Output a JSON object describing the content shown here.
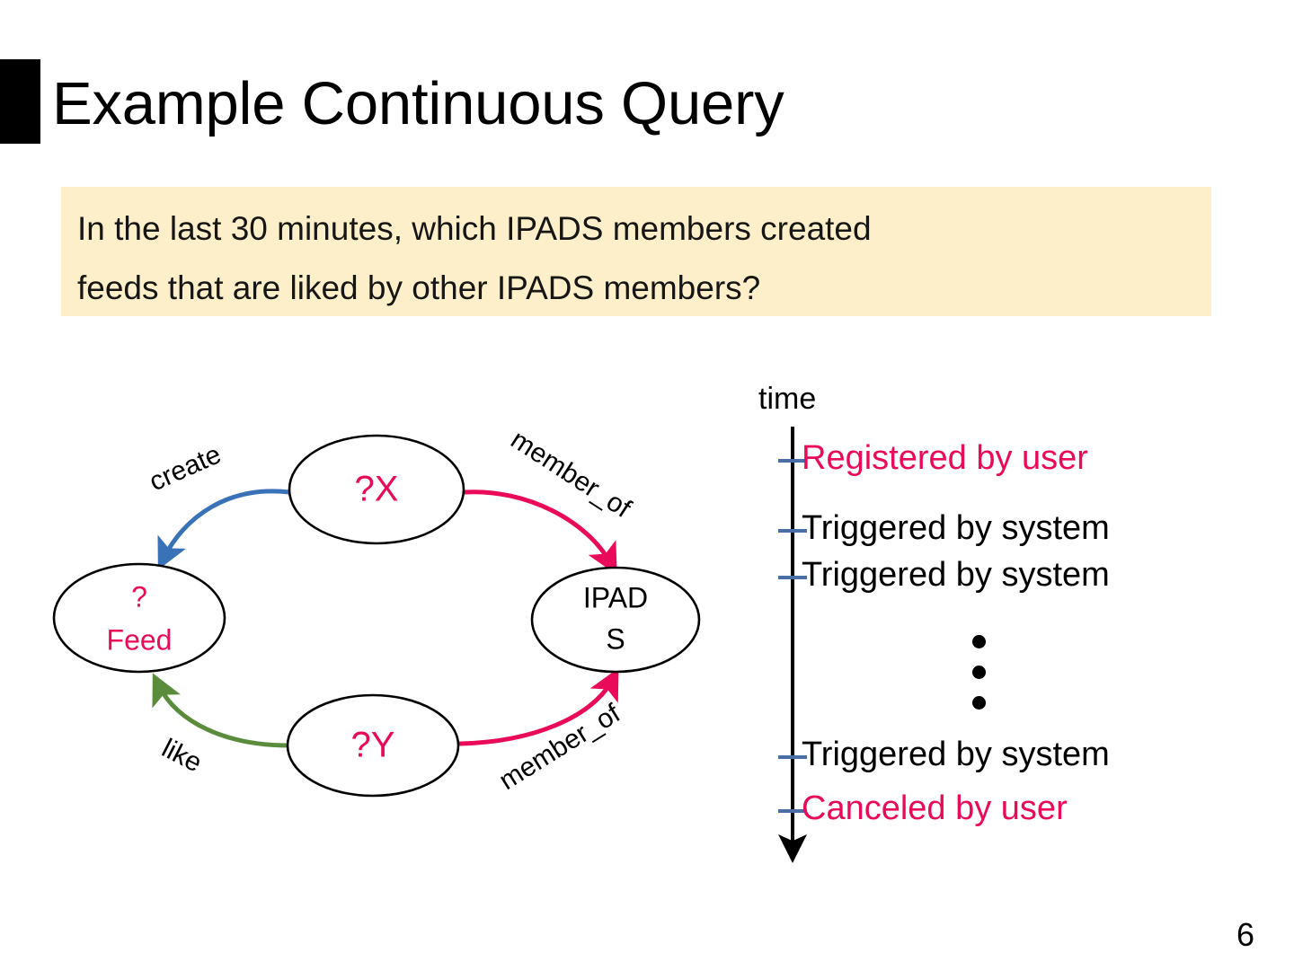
{
  "slide": {
    "title": "Example Continuous Query",
    "page_number": "6"
  },
  "question": {
    "line1": "In the last 30 minutes, which IPADS members created",
    "line2": "feeds that are liked by other IPADS members?",
    "background_color": "#fcefc9"
  },
  "graph": {
    "nodes": [
      {
        "id": "x",
        "label": "?X",
        "kind": "variable",
        "color": "#ea0a5a"
      },
      {
        "id": "feed",
        "label_line1": "?",
        "label_line2": "Feed",
        "kind": "variable",
        "color": "#ea0a5a"
      },
      {
        "id": "ipads",
        "label_line1": "IPAD",
        "label_line2": "S",
        "kind": "constant",
        "color": "#000000"
      },
      {
        "id": "y",
        "label": "?Y",
        "kind": "variable",
        "color": "#ea0a5a"
      }
    ],
    "edges": [
      {
        "id": "create",
        "label": "create",
        "from": "x",
        "to": "feed",
        "color": "#3a72b8"
      },
      {
        "id": "member_of_x",
        "label": "member_of",
        "from": "x",
        "to": "ipads",
        "color": "#ea0a5a"
      },
      {
        "id": "like",
        "label": "like",
        "from": "y",
        "to": "feed",
        "color": "#5a8c3c"
      },
      {
        "id": "member_of_y",
        "label": "member_of",
        "from": "y",
        "to": "ipads",
        "color": "#ea0a5a"
      }
    ]
  },
  "timeline": {
    "axis_label": "time",
    "axis_color": "#000000",
    "tick_color": "#4a6fa5",
    "ellipsis": "⋮",
    "events": [
      {
        "label": "Registered by user",
        "actor": "user",
        "color": "#ea0a5a"
      },
      {
        "label": "Triggered by system",
        "actor": "system",
        "color": "#000000"
      },
      {
        "label": "Triggered by system",
        "actor": "system",
        "color": "#000000"
      },
      {
        "label": "Triggered by system",
        "actor": "system",
        "color": "#000000"
      },
      {
        "label": "Canceled by user",
        "actor": "user",
        "color": "#ea0a5a"
      }
    ]
  }
}
